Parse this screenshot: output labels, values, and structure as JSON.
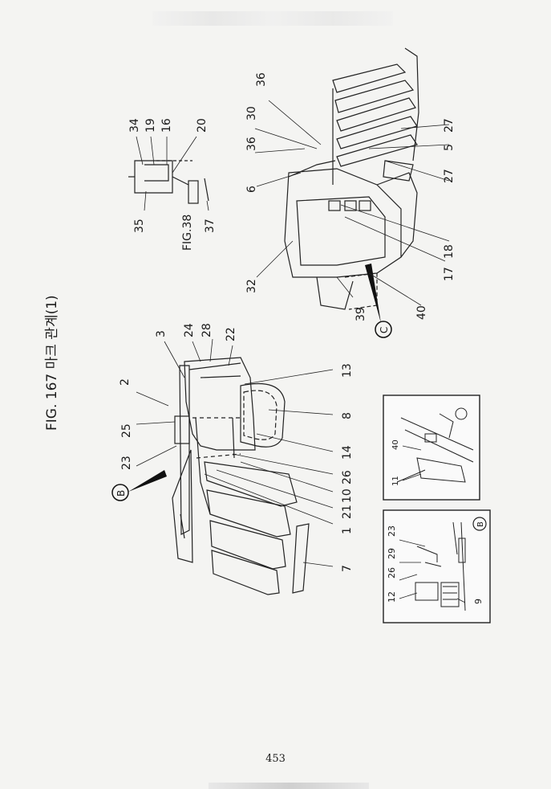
{
  "figure_title": "FIG. 167 마크 관계(1)",
  "sub_figure_title": "FIG.38",
  "page_number": "453",
  "callout_letters": {
    "b": "B",
    "c": "C"
  },
  "main_labels": [
    "3",
    "24",
    "28",
    "22",
    "2",
    "25",
    "23",
    "13",
    "8",
    "14",
    "26",
    "10",
    "21",
    "1",
    "7"
  ],
  "right_labels": [
    "36",
    "30",
    "36",
    "6",
    "32",
    "39",
    "40",
    "17",
    "18",
    "27",
    "5",
    "27"
  ],
  "fig38_labels": [
    "34",
    "19",
    "16",
    "20",
    "35",
    "37"
  ],
  "inset_b_labels": [
    "23",
    "29",
    "26",
    "12",
    "9"
  ],
  "inset_c_labels": [
    "40",
    "11"
  ]
}
